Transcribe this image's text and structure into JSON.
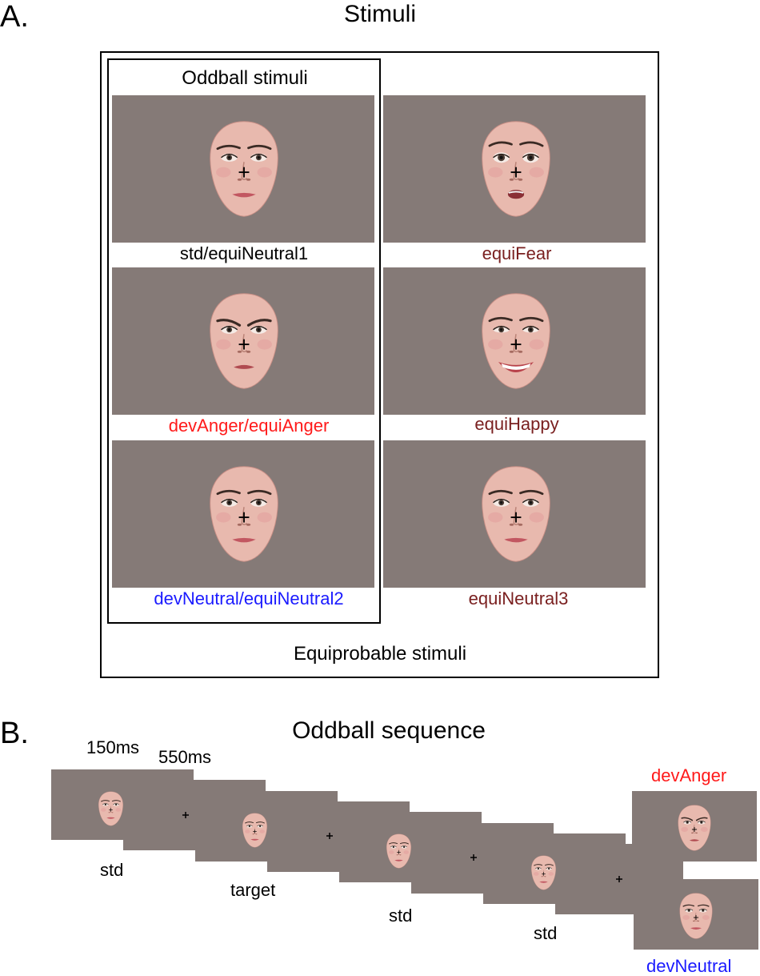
{
  "panel_a": {
    "letter": "A.",
    "title": "Stimuli",
    "oddball_box_title": "Oddball stimuli",
    "equiprobable_box_title": "Equiprobable stimuli",
    "stimuli": [
      {
        "caption": "std/equiNeutral1",
        "expression": "neutral",
        "caption_color": "#000000"
      },
      {
        "caption": "equiFear",
        "expression": "fear",
        "caption_color": "#7a2020"
      },
      {
        "caption": "devAnger/equiAnger",
        "expression": "anger",
        "caption_color": "#ff1a1a"
      },
      {
        "caption": "equiHappy",
        "expression": "happy",
        "caption_color": "#7a2020"
      },
      {
        "caption": "devNeutral/equiNeutral2",
        "expression": "neutral",
        "caption_color": "#1a1aff"
      },
      {
        "caption": "equiNeutral3",
        "expression": "neutral",
        "caption_color": "#7a2020"
      }
    ]
  },
  "panel_b": {
    "letter": "B.",
    "title": "Oddball sequence",
    "timing": {
      "face_duration": "150ms",
      "isi_duration": "550ms"
    },
    "trial_labels": [
      "std",
      "target",
      "std",
      "std"
    ],
    "deviants": [
      {
        "label": "devAnger",
        "color": "#ff1a1a",
        "expression": "anger"
      },
      {
        "label": "devNeutral",
        "color": "#1a1aff",
        "expression": "neutral"
      }
    ]
  },
  "colors": {
    "stimulus_background": "#857a77",
    "skin": "#e8b9ae",
    "anger_label": "#ff1a1a",
    "neutral_label": "#1a1aff",
    "equiprobable_label": "#7a2020"
  }
}
